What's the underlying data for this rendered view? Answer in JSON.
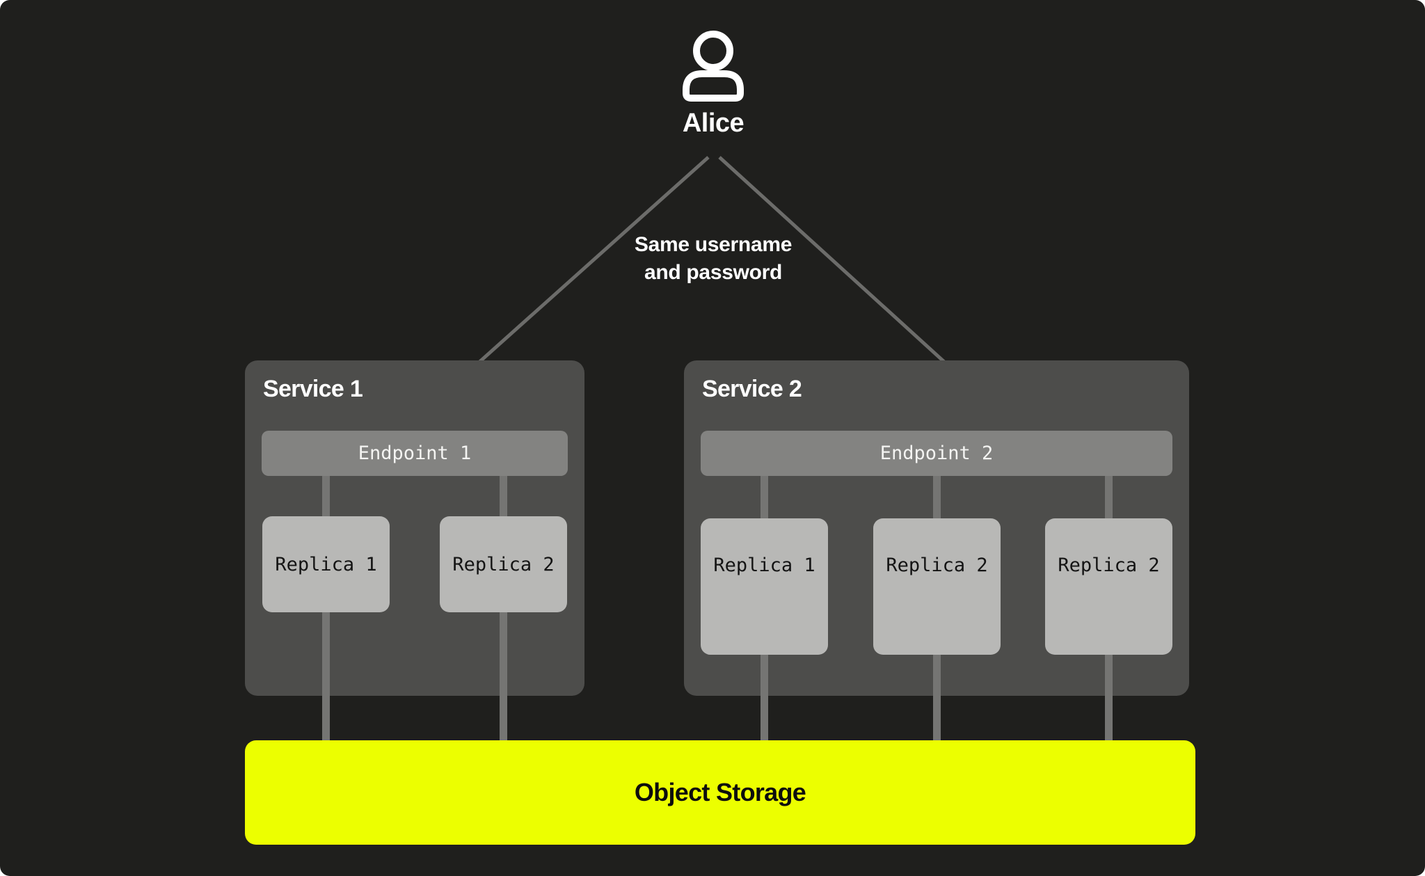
{
  "user": {
    "name": "Alice",
    "icon": "person-icon"
  },
  "annotation": {
    "line1": "Same username",
    "line2": "and password"
  },
  "services": [
    {
      "title": "Service 1",
      "endpoint": {
        "label": "Endpoint 1"
      },
      "replicas": [
        {
          "label": "Replica 1"
        },
        {
          "label": "Replica 2"
        }
      ]
    },
    {
      "title": "Service 2",
      "endpoint": {
        "label": "Endpoint 2"
      },
      "replicas": [
        {
          "label": "Replica 1"
        },
        {
          "label": "Replica 2"
        },
        {
          "label": "Replica 2"
        }
      ]
    }
  ],
  "storage": {
    "label": "Object Storage"
  },
  "colors": {
    "background": "#1F1F1D",
    "service_box": "#4D4D4B",
    "endpoint_bar": "#838381",
    "replica_box": "#B8B8B6",
    "connector_line": "#757573",
    "arrow": "#6C6C6A",
    "storage_accent": "#ECFF00",
    "text_light": "#FFFFFF",
    "text_dark": "#141414"
  }
}
